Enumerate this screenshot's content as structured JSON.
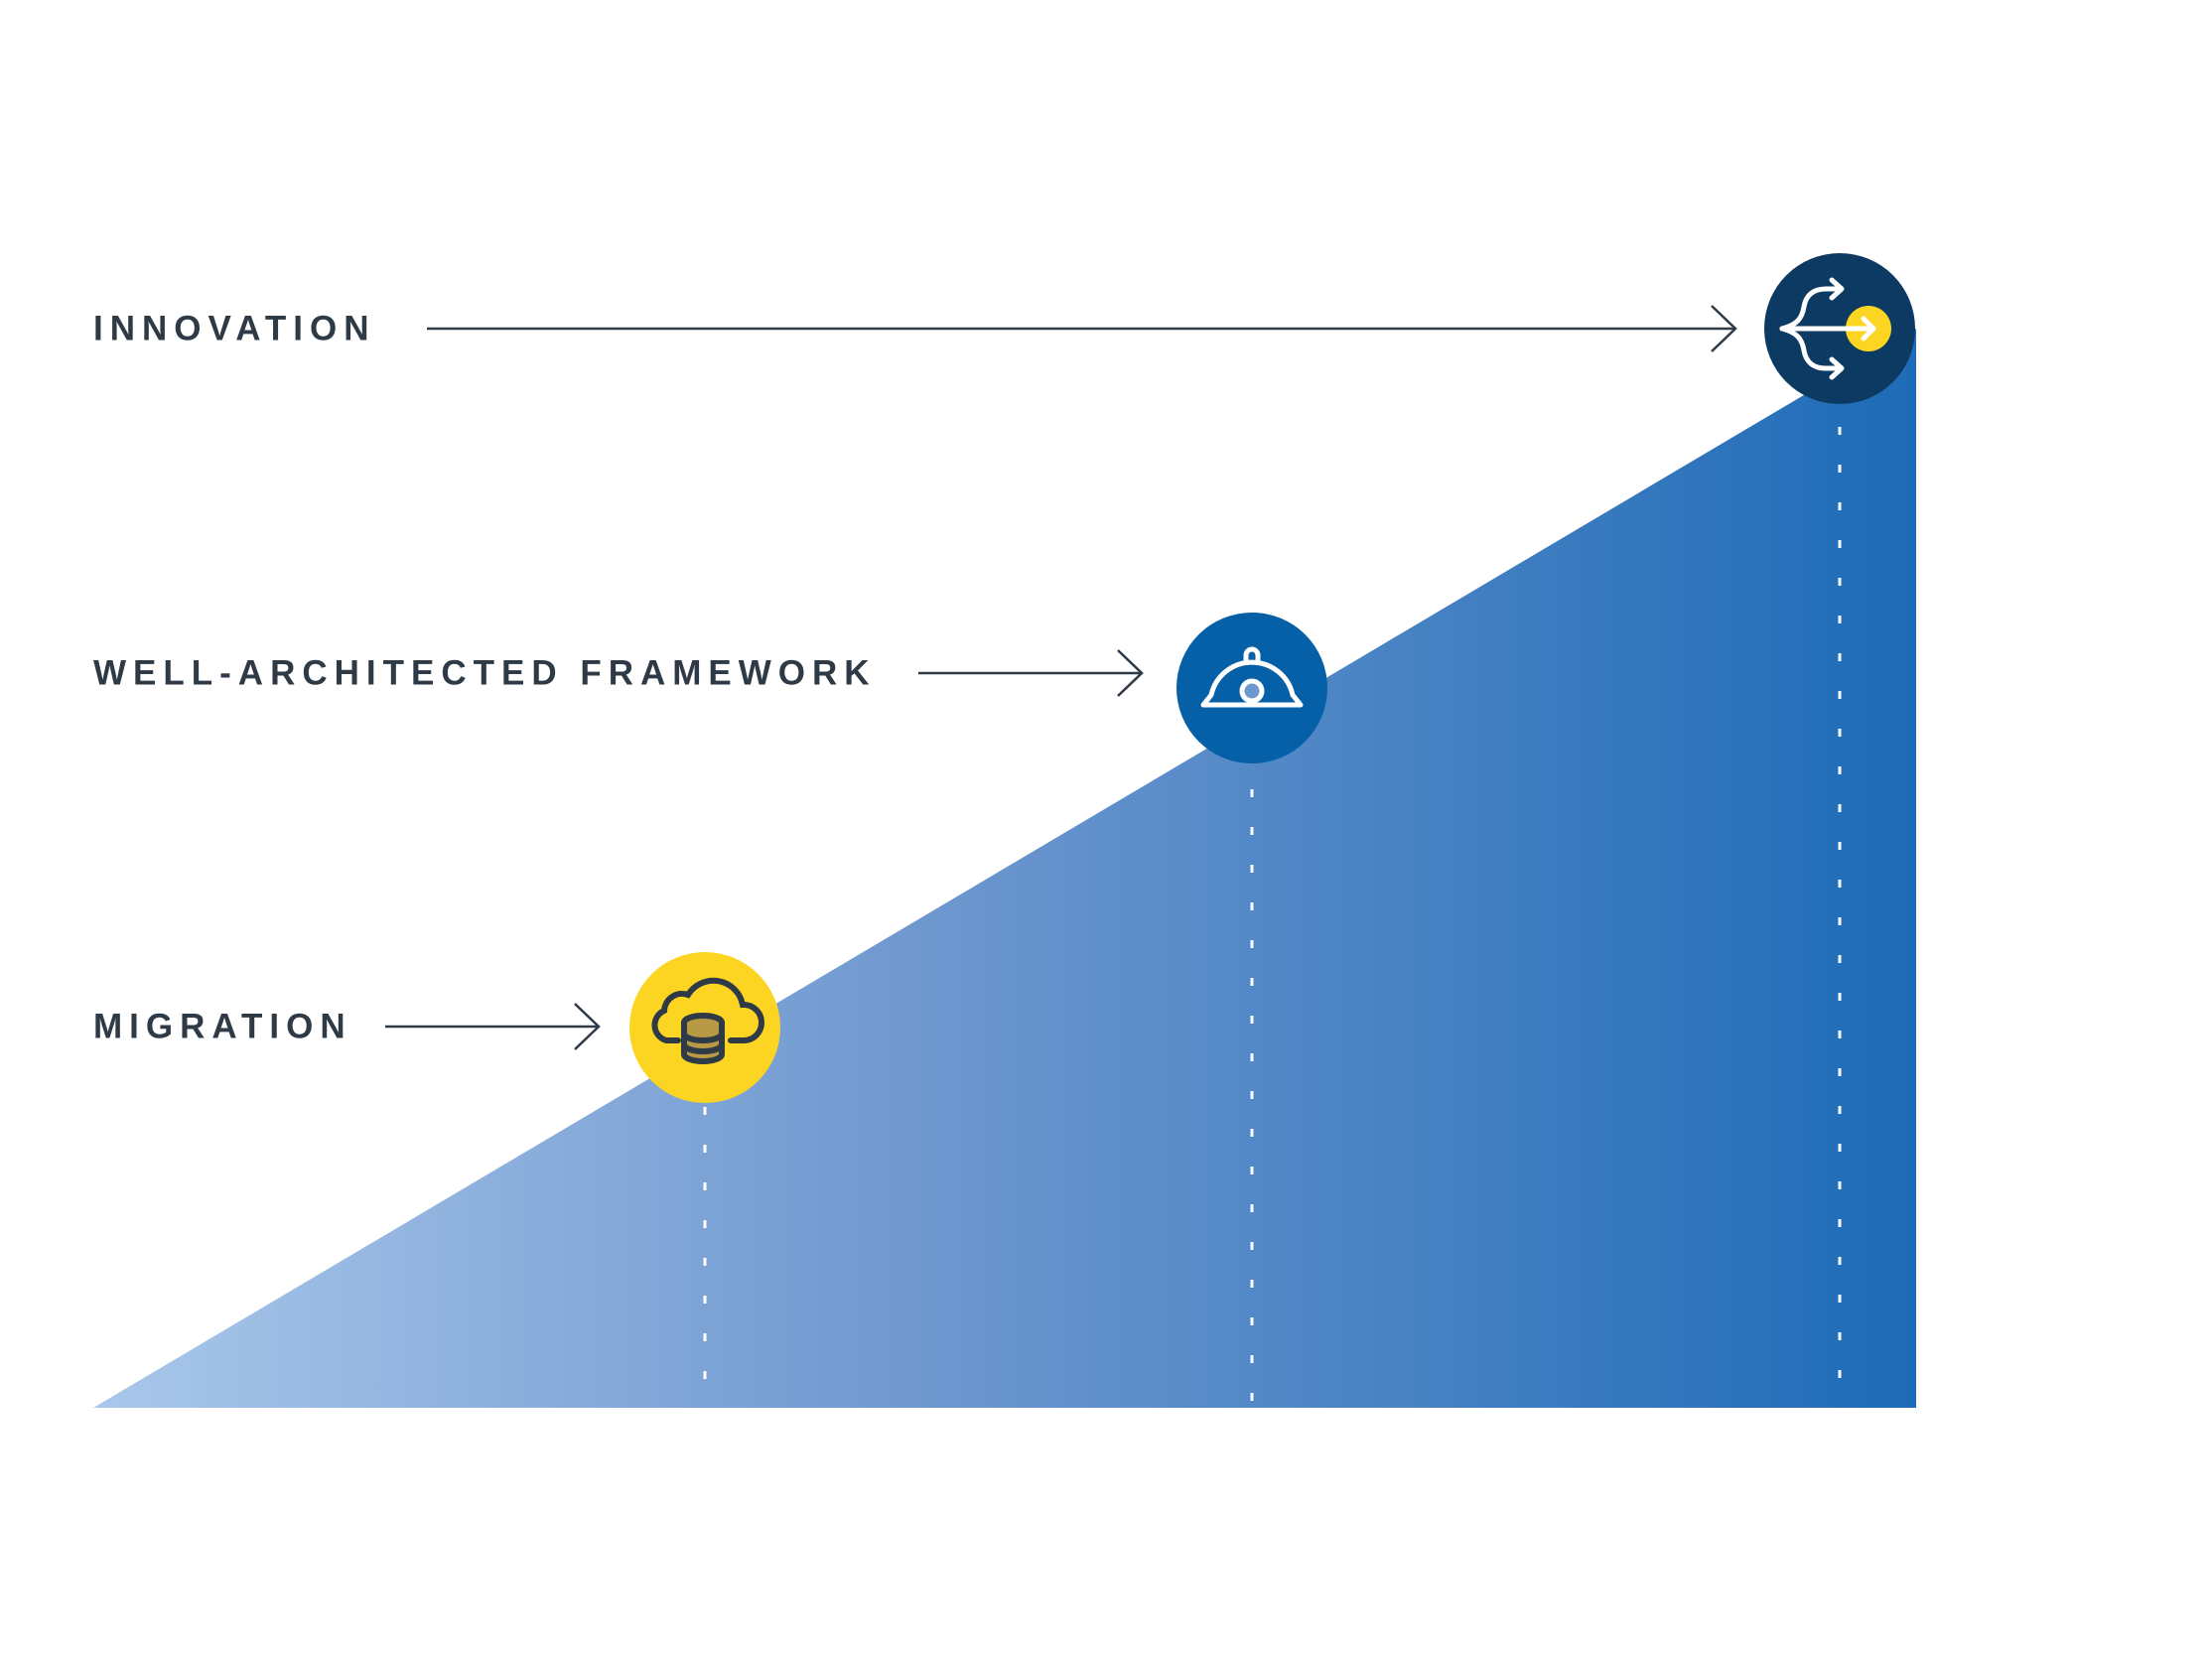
{
  "stages": [
    {
      "label": "MIGRATION",
      "icon": "cloud-database-icon",
      "color": "#fcd523"
    },
    {
      "label": "WELL-ARCHITECTED FRAMEWORK",
      "icon": "hard-hat-icon",
      "color": "#0560a8"
    },
    {
      "label": "INNOVATION",
      "icon": "branching-arrows-icon",
      "color": "#0c3a63"
    }
  ],
  "colors": {
    "gradient_start": "#a9c7ea",
    "gradient_end": "#1e6bb7",
    "text": "#2f3a47",
    "accent": "#fcd523"
  }
}
